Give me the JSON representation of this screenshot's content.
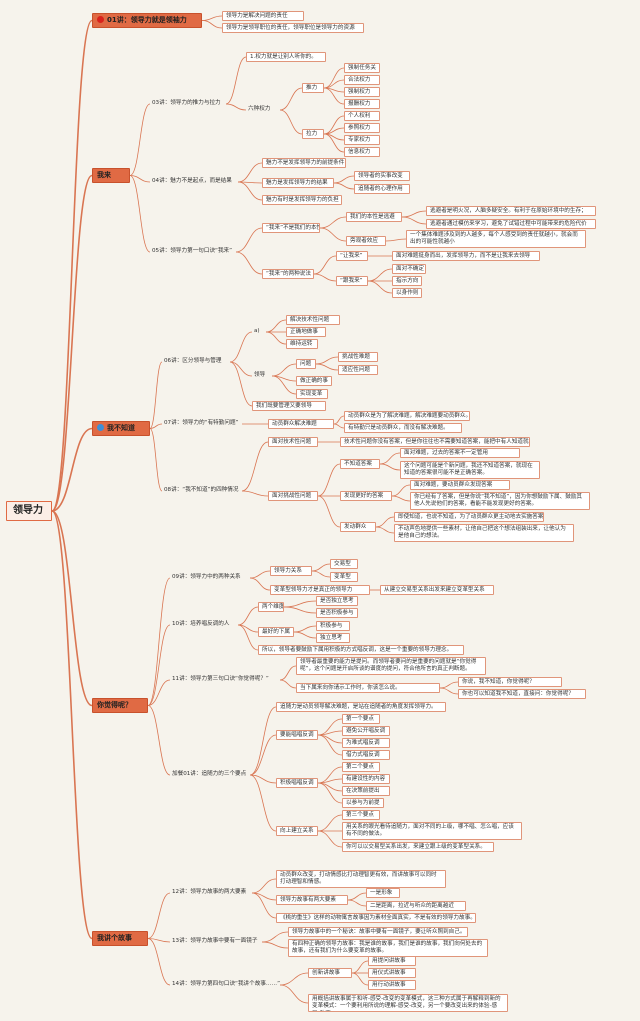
{
  "root": "领导力",
  "chapters": {
    "c1": "01讲：领导力就是领袖力",
    "c2": "我来",
    "c3": "我不知道",
    "c4": "你觉得呢？",
    "c5": "我讲个故事"
  },
  "icons": {
    "c1": "red-circle-icon",
    "c3": "blue-circle-icon"
  },
  "nodes": {
    "a1": "领导力是解决问题的责任",
    "a2": "领导力是领导职位的责任，领导职位是领导力的资源",
    "b1": "03讲：领导力的推力与拉力",
    "b11": "1.权力就是让别人听你的。",
    "b12": "六种权力",
    "b121": "推力",
    "b1211": "强制任务关",
    "b1212": "合法权力",
    "b1213": "强制权力",
    "b1214": "报酬权力",
    "b122": "拉力",
    "b1221": "个人权利",
    "b1222": "参照权力",
    "b1223": "专家权力",
    "b1224": "信息权力",
    "b2": "04讲：魅力不是起点，而是结果",
    "b21": "魅力不是发挥领导力的前提条件",
    "b22": "魅力是发挥领导力的结果",
    "b221": "领导者的实事改变",
    "b222": "追随者的心理作用",
    "b23": "魅力有时是发挥领导力的负担",
    "b3": "05讲：领导力第一句口诀“我来”",
    "b31": "“我来”不是我们的本性",
    "b311": "我们的本性是逃避",
    "b3111": "逃避者是明火况，人脑多疑安全。有利于在原始环境中的生存；",
    "b3112": "逃避者通过模仿来学习，避免了试错过程中可能带来的危险代价",
    "b312": "旁观者效应",
    "b3121": "一个集体难题涉及到的人越多，每个人感受到的责任就越小，就会而出的可能性就越小",
    "b32": "“我来”的两种说法",
    "b321": "“让我来”",
    "b3211": "面对难题挺身而出，发挥领导力，而不是让我来去领导",
    "b322": "“跟我来”",
    "b3221": "面对不确定",
    "b3222": "指示方向",
    "b3223": "以身作则",
    "d1": "06讲：区分领导与管理",
    "d11": "a)",
    "d111": "解决技术性问题",
    "d112": "正确地做事",
    "d113": "维持运转",
    "d12": "领导",
    "d121": "问题",
    "d1211": "挑战性难题",
    "d1212": "适应性问题",
    "d122": "做正确的事",
    "d123": "实现变革",
    "d13": "我们既要管理又要领导",
    "d2": "07讲：领导力的“有特勤问题”",
    "d21": "动员群众解决难题",
    "d211": "动员群众是为了解决难题，解决难题要动员群众。",
    "d212": "有特勤只是动员群众，而没有解决难题。",
    "d3": "08讲：“我不知道”的四种情况",
    "d31": "面对技术性问题",
    "d311": "技术性问题你没有答案，但是你往往也不需要知道答案，能把中有人知道就行",
    "d32": "面对挑战性问题",
    "d321": "不知道答案",
    "d3211": "面对难题，过去的答案不一定管用",
    "d3212": "这个问题可能是个新问题，我还不知道答案，就现在知道的答案很可能不是正确答案。",
    "d322": "发现更好的答案",
    "d3221": "面对难题，要动员群众发现答案",
    "d3222": "你已经有了答案，但是你说“我不知道”，因为你想鼓励下属、鼓励其他人先说他们的答案，看能不能发现更好的答案。",
    "d323": "发动群众",
    "d3231": "即使知道，也说不知道，为了动员群众更主动地去实施答案",
    "d3232": "不动声色地提供一些素材，让他自己把这个想法组装出来，让他认为是他自己的想法。",
    "e1": "09讲：领导力中的两种关系",
    "e11": "领导力关系",
    "e111": "交易型",
    "e112": "变革型",
    "e12": "变革型领导力才是真正的领导力",
    "e121": "从建立交易型关系出发来建立变革型关系",
    "e2": "10讲：培养唱反调的人",
    "e21": "两个维度",
    "e211": "是否独立思考",
    "e212": "是否积极参与",
    "e22": "最好的下属",
    "e221": "积极参与",
    "e222": "独立思考",
    "e23": "所以，领导者要鼓励下属用积极的方式唱反调，这是一个重要的领导力理念。",
    "e3": "11讲：领导力第三句口诀“你觉得呢？”",
    "e31": "领导者最重要的能力是提问。而领导者要问的是重要的问题就是“你觉得呢”，这个问题是开启所谈的谱度的提问，符合他所言的真正判断题。",
    "e32": "当下属来向你请示工作时，你该怎么说。",
    "e321": "你说，我不知道，你觉得呢？",
    "e322": "你也可以知道我不知道，直接问：你觉得呢？",
    "e4": "加餐01讲：追随力的三个要点",
    "e41": "追随力是动员领导解决难题，是站在追随者的角度发挥领导力。",
    "e42": "要能唱唱反调",
    "e421": "第一个要点",
    "e422": "避免公开唱反调",
    "e423": "为难式唱反调",
    "e424": "借力式唱反调",
    "e43": "积极唱唱反调",
    "e431": "第二个要点",
    "e432": "有建设性的内容",
    "e433": "在决策前提出",
    "e434": "以参与为前提",
    "e44": "向上建立关系",
    "e441": "第三个要点",
    "e442": "用关系的眼光看待追随力，面对不同的上级，哪不唱、怎么唱，应该有不同的做法。",
    "e443": "你可以以交易型关系出发，来建立跟上级的变革型关系。",
    "f1": "12讲：领导力故事的两大要素",
    "f11": "动员群众改变，打动情感比打动理智更有效，而讲故事可以同时打动理智和情感。",
    "f12": "领导力故事有两大要素",
    "f121": "一是形象",
    "f122": "二是距离，拉近与听众的距离越近",
    "f13": "《桃的重生》这样的动物寓言故事因为素材全面真实，不是有效的领导力故事。",
    "f2": "13讲：领导力故事中要有一面镜子",
    "f21": "领导力故事中的一个秘诀：故事中要有一面镜子，要让听众照到自己。",
    "f22": "有四种正确的领导力故事：我是谁的故事，我们是谁的故事，我们向何处去的故事，还有我们为什么要变革的故事。",
    "f3": "14讲：领导力第四句口诀“我讲个故事……”",
    "f31": "创新讲故事",
    "f311": "用提问讲故事",
    "f312": "用仪式讲故事",
    "f313": "用行动讲故事",
    "f32": "用概括讲故事属于和听-感受-改变的变革模式，这三种方式属于再解释到新的变革模式：一个要利用所说的理解-感受-改变，另一个要改变出来的体验-感受-改变。"
  }
}
